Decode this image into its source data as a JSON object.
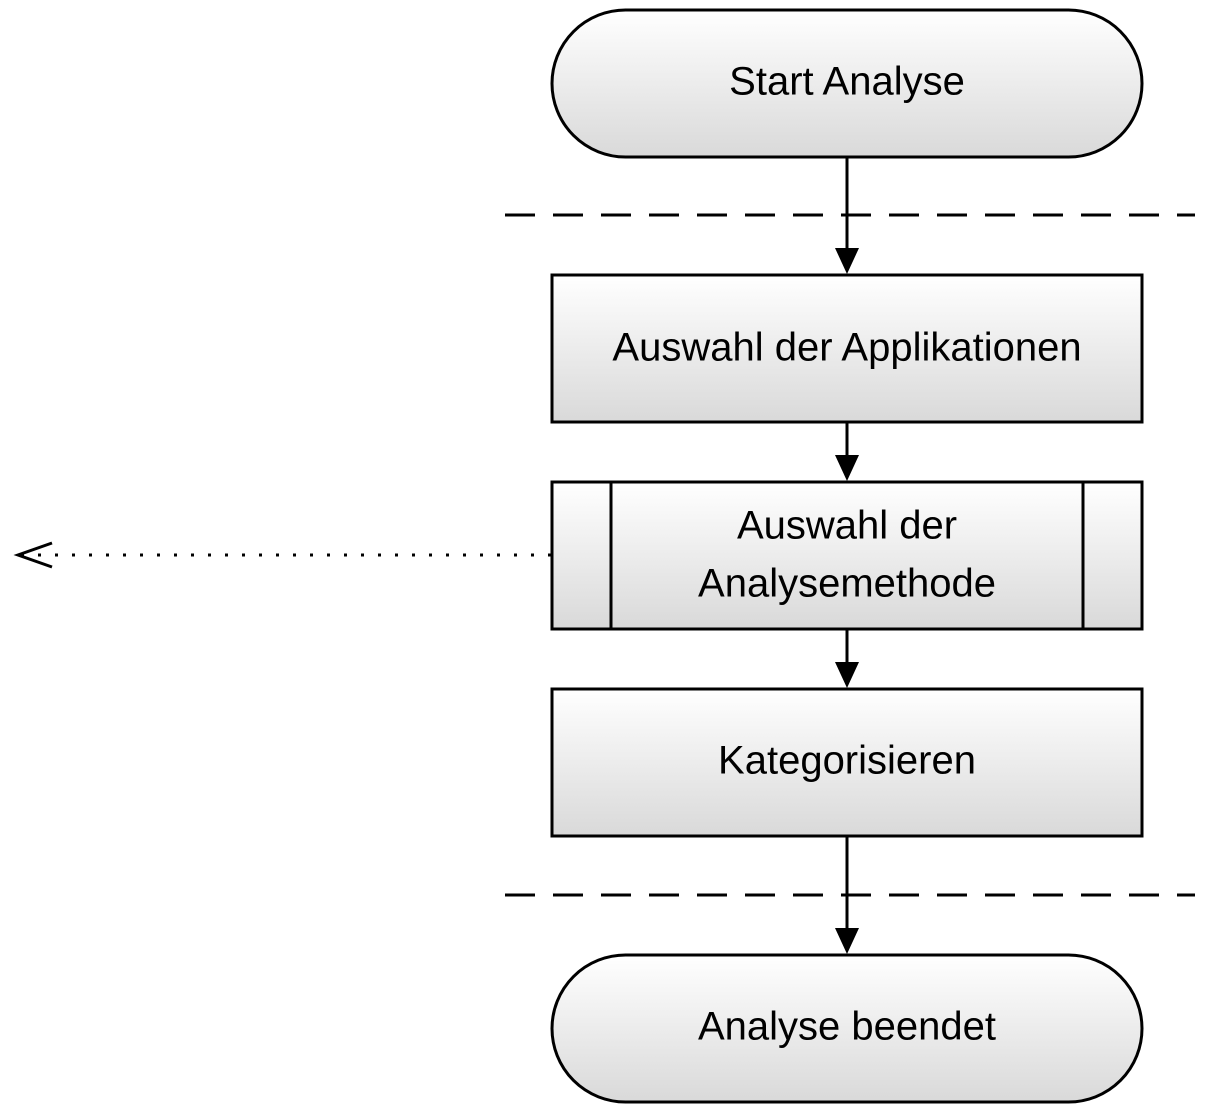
{
  "colors": {
    "node_fill_top": "#ffffff",
    "node_fill_bottom": "#d9d9d9",
    "stroke": "#000000",
    "background": "#ffffff"
  },
  "nodes": {
    "start": {
      "shape": "terminator",
      "label": "Start Analyse"
    },
    "select_apps": {
      "shape": "process",
      "label": "Auswahl der Applikationen"
    },
    "select_method": {
      "shape": "predefined-process",
      "label_line1": "Auswahl der",
      "label_line2": "Analysemethode"
    },
    "categorize": {
      "shape": "process",
      "label": "Kategorisieren"
    },
    "end": {
      "shape": "terminator",
      "label": "Analyse beendet"
    }
  },
  "edges": [
    {
      "from": "start",
      "to": "select_apps",
      "style": "solid",
      "arrow": "filled"
    },
    {
      "from": "select_apps",
      "to": "select_method",
      "style": "solid",
      "arrow": "filled"
    },
    {
      "from": "select_method",
      "to": "categorize",
      "style": "solid",
      "arrow": "filled"
    },
    {
      "from": "categorize",
      "to": "end",
      "style": "solid",
      "arrow": "filled"
    },
    {
      "from": "select_method",
      "to": "external-left",
      "style": "dotted",
      "arrow": "open"
    }
  ],
  "separators": [
    {
      "style": "dashed",
      "between": [
        "start",
        "select_apps"
      ]
    },
    {
      "style": "dashed",
      "between": [
        "categorize",
        "end"
      ]
    }
  ]
}
